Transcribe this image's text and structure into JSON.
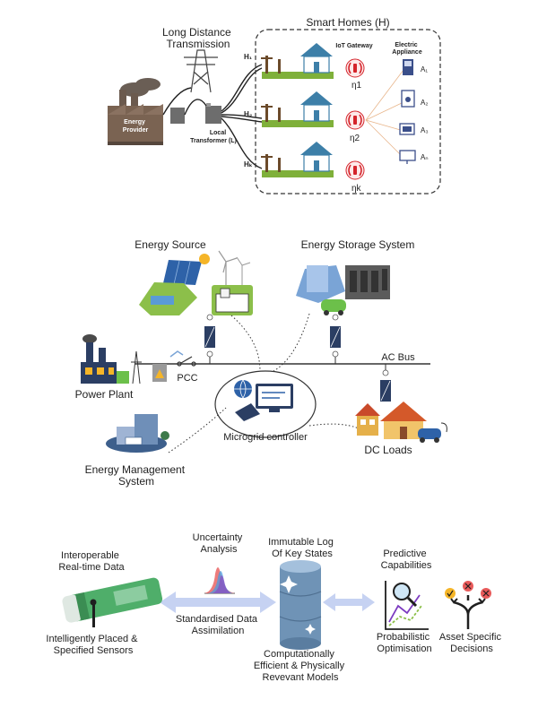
{
  "panel1": {
    "long_distance": [
      "Long Distance",
      "Transmission"
    ],
    "smart_homes": "Smart Homes (H)",
    "energy_provider": [
      "Energy",
      "Provider"
    ],
    "local_transformer": [
      "Local",
      "Transformer (L)"
    ],
    "iot_gateway": "IoT Gateway",
    "electric_appliance": [
      "Electric",
      "Appliance"
    ],
    "homes": [
      "H₁",
      "H₂",
      "Hₖ"
    ],
    "gateways": [
      "η1",
      "η2",
      "ηk"
    ],
    "appliances": [
      "A₁",
      "A₂",
      "A₃",
      "Aₙ"
    ]
  },
  "panel2": {
    "energy_source": "Energy Source",
    "energy_storage": "Energy Storage System",
    "ac_bus": "AC Bus",
    "power_plant": "Power Plant",
    "pcc": "PCC",
    "microgrid_controller": "Microgrid controller",
    "dc_loads": "DC Loads",
    "ems": [
      "Energy Management",
      "System"
    ]
  },
  "panel3": {
    "uncertainty": [
      "Uncertainty",
      "Analysis"
    ],
    "immutable_log": [
      "Immutable Log",
      "Of Key States"
    ],
    "predictive": [
      "Predictive",
      "Capabilities"
    ],
    "interoperable": [
      "Interoperable",
      "Real-time Data"
    ],
    "standardised": [
      "Standardised Data",
      "Assimilation"
    ],
    "sensors": [
      "Intelligently Placed &",
      "Specified Sensors"
    ],
    "models": [
      "Computationally",
      "Efficient & Physically",
      "Revevant Models"
    ],
    "probabilistic": [
      "Probabilistic",
      "Optimisation"
    ],
    "asset_decisions": [
      "Asset Specific",
      "Decisions"
    ]
  },
  "colors": {
    "house_roof": "#3d7fa8",
    "grass": "#7fb03a",
    "gateway_red": "#d4232a",
    "battery_green": "#4fae6a",
    "arrow_blue": "#b9c8ef",
    "database_blue": "#6f93b6"
  }
}
